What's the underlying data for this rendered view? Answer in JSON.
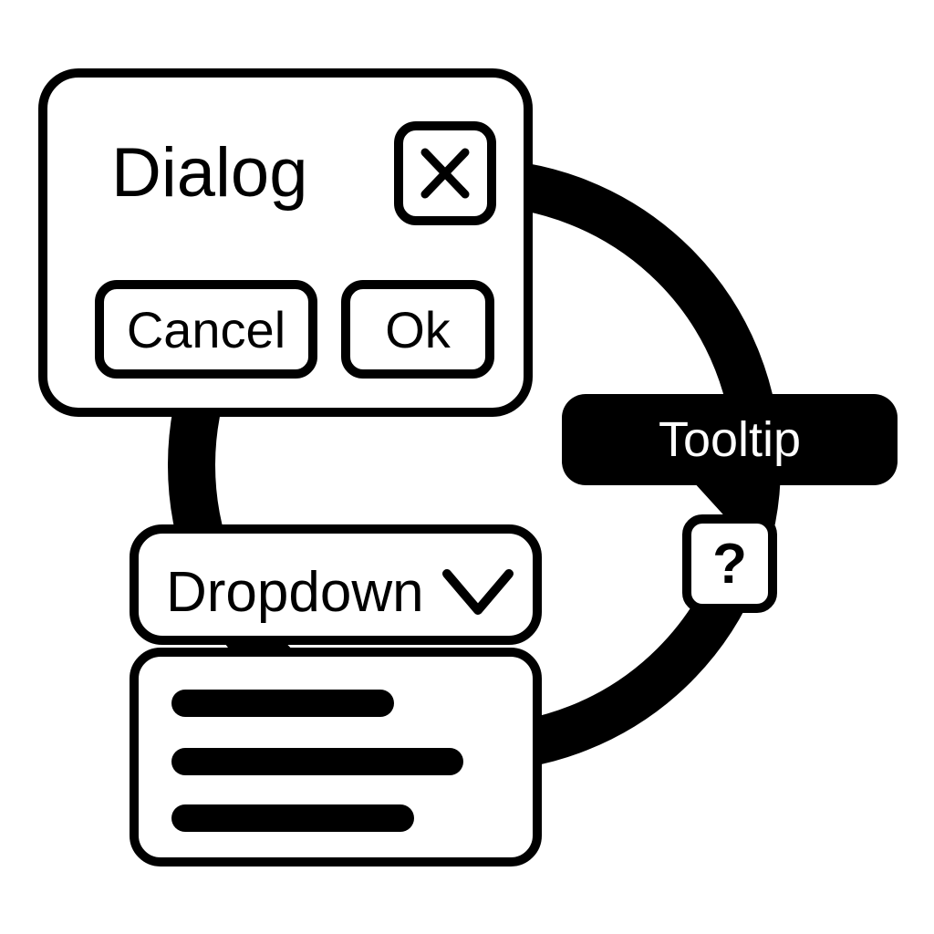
{
  "dialog": {
    "title": "Dialog",
    "close_icon": "close-icon",
    "cancel_label": "Cancel",
    "ok_label": "Ok"
  },
  "tooltip": {
    "text": "Tooltip",
    "help_icon": "question-mark-icon",
    "help_glyph": "?"
  },
  "dropdown": {
    "label": "Dropdown",
    "chevron_icon": "chevron-down-icon"
  },
  "menu": {
    "item_count": 3
  },
  "colors": {
    "stroke": "#000000",
    "fill": "#ffffff",
    "tooltip_bg": "#000000",
    "tooltip_text": "#ffffff"
  }
}
